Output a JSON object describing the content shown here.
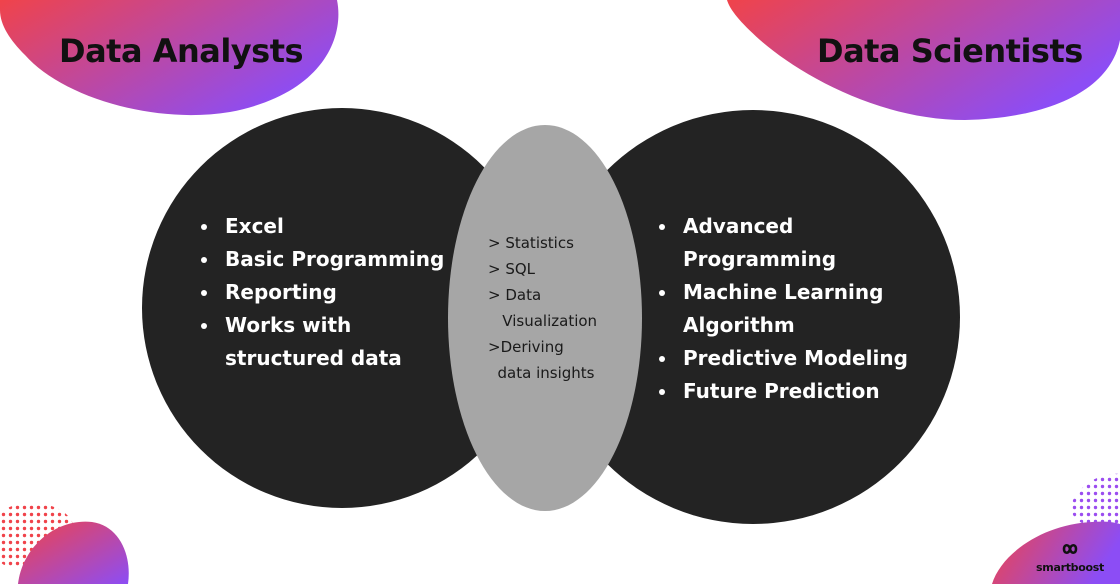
{
  "colors": {
    "background": "#ffffff",
    "circle": "#232323",
    "overlap": "#a6a6a6",
    "blob_gradient_start": "#f0434a",
    "blob_gradient_end": "#8c4df5",
    "heading_text": "#111111",
    "list_text": "#ffffff"
  },
  "left": {
    "title": "Data Analysts",
    "items": [
      [
        "Excel"
      ],
      [
        "Basic Programming"
      ],
      [
        "Reporting"
      ],
      [
        "Works with",
        "structured data"
      ]
    ]
  },
  "right": {
    "title": "Data Scientists",
    "items": [
      [
        "Advanced",
        "Programming"
      ],
      [
        "Machine Learning",
        "Algorithm"
      ],
      [
        "Predictive Modeling"
      ],
      [
        "Future Prediction"
      ]
    ]
  },
  "overlap": {
    "items": [
      [
        "> Statistics"
      ],
      [
        "> SQL"
      ],
      [
        "> Data",
        "   Visualization"
      ],
      [
        ">Deriving",
        "  data insights"
      ]
    ]
  },
  "brand": {
    "name": "smartboost",
    "logo_icon": "infinity-loop-icon"
  }
}
